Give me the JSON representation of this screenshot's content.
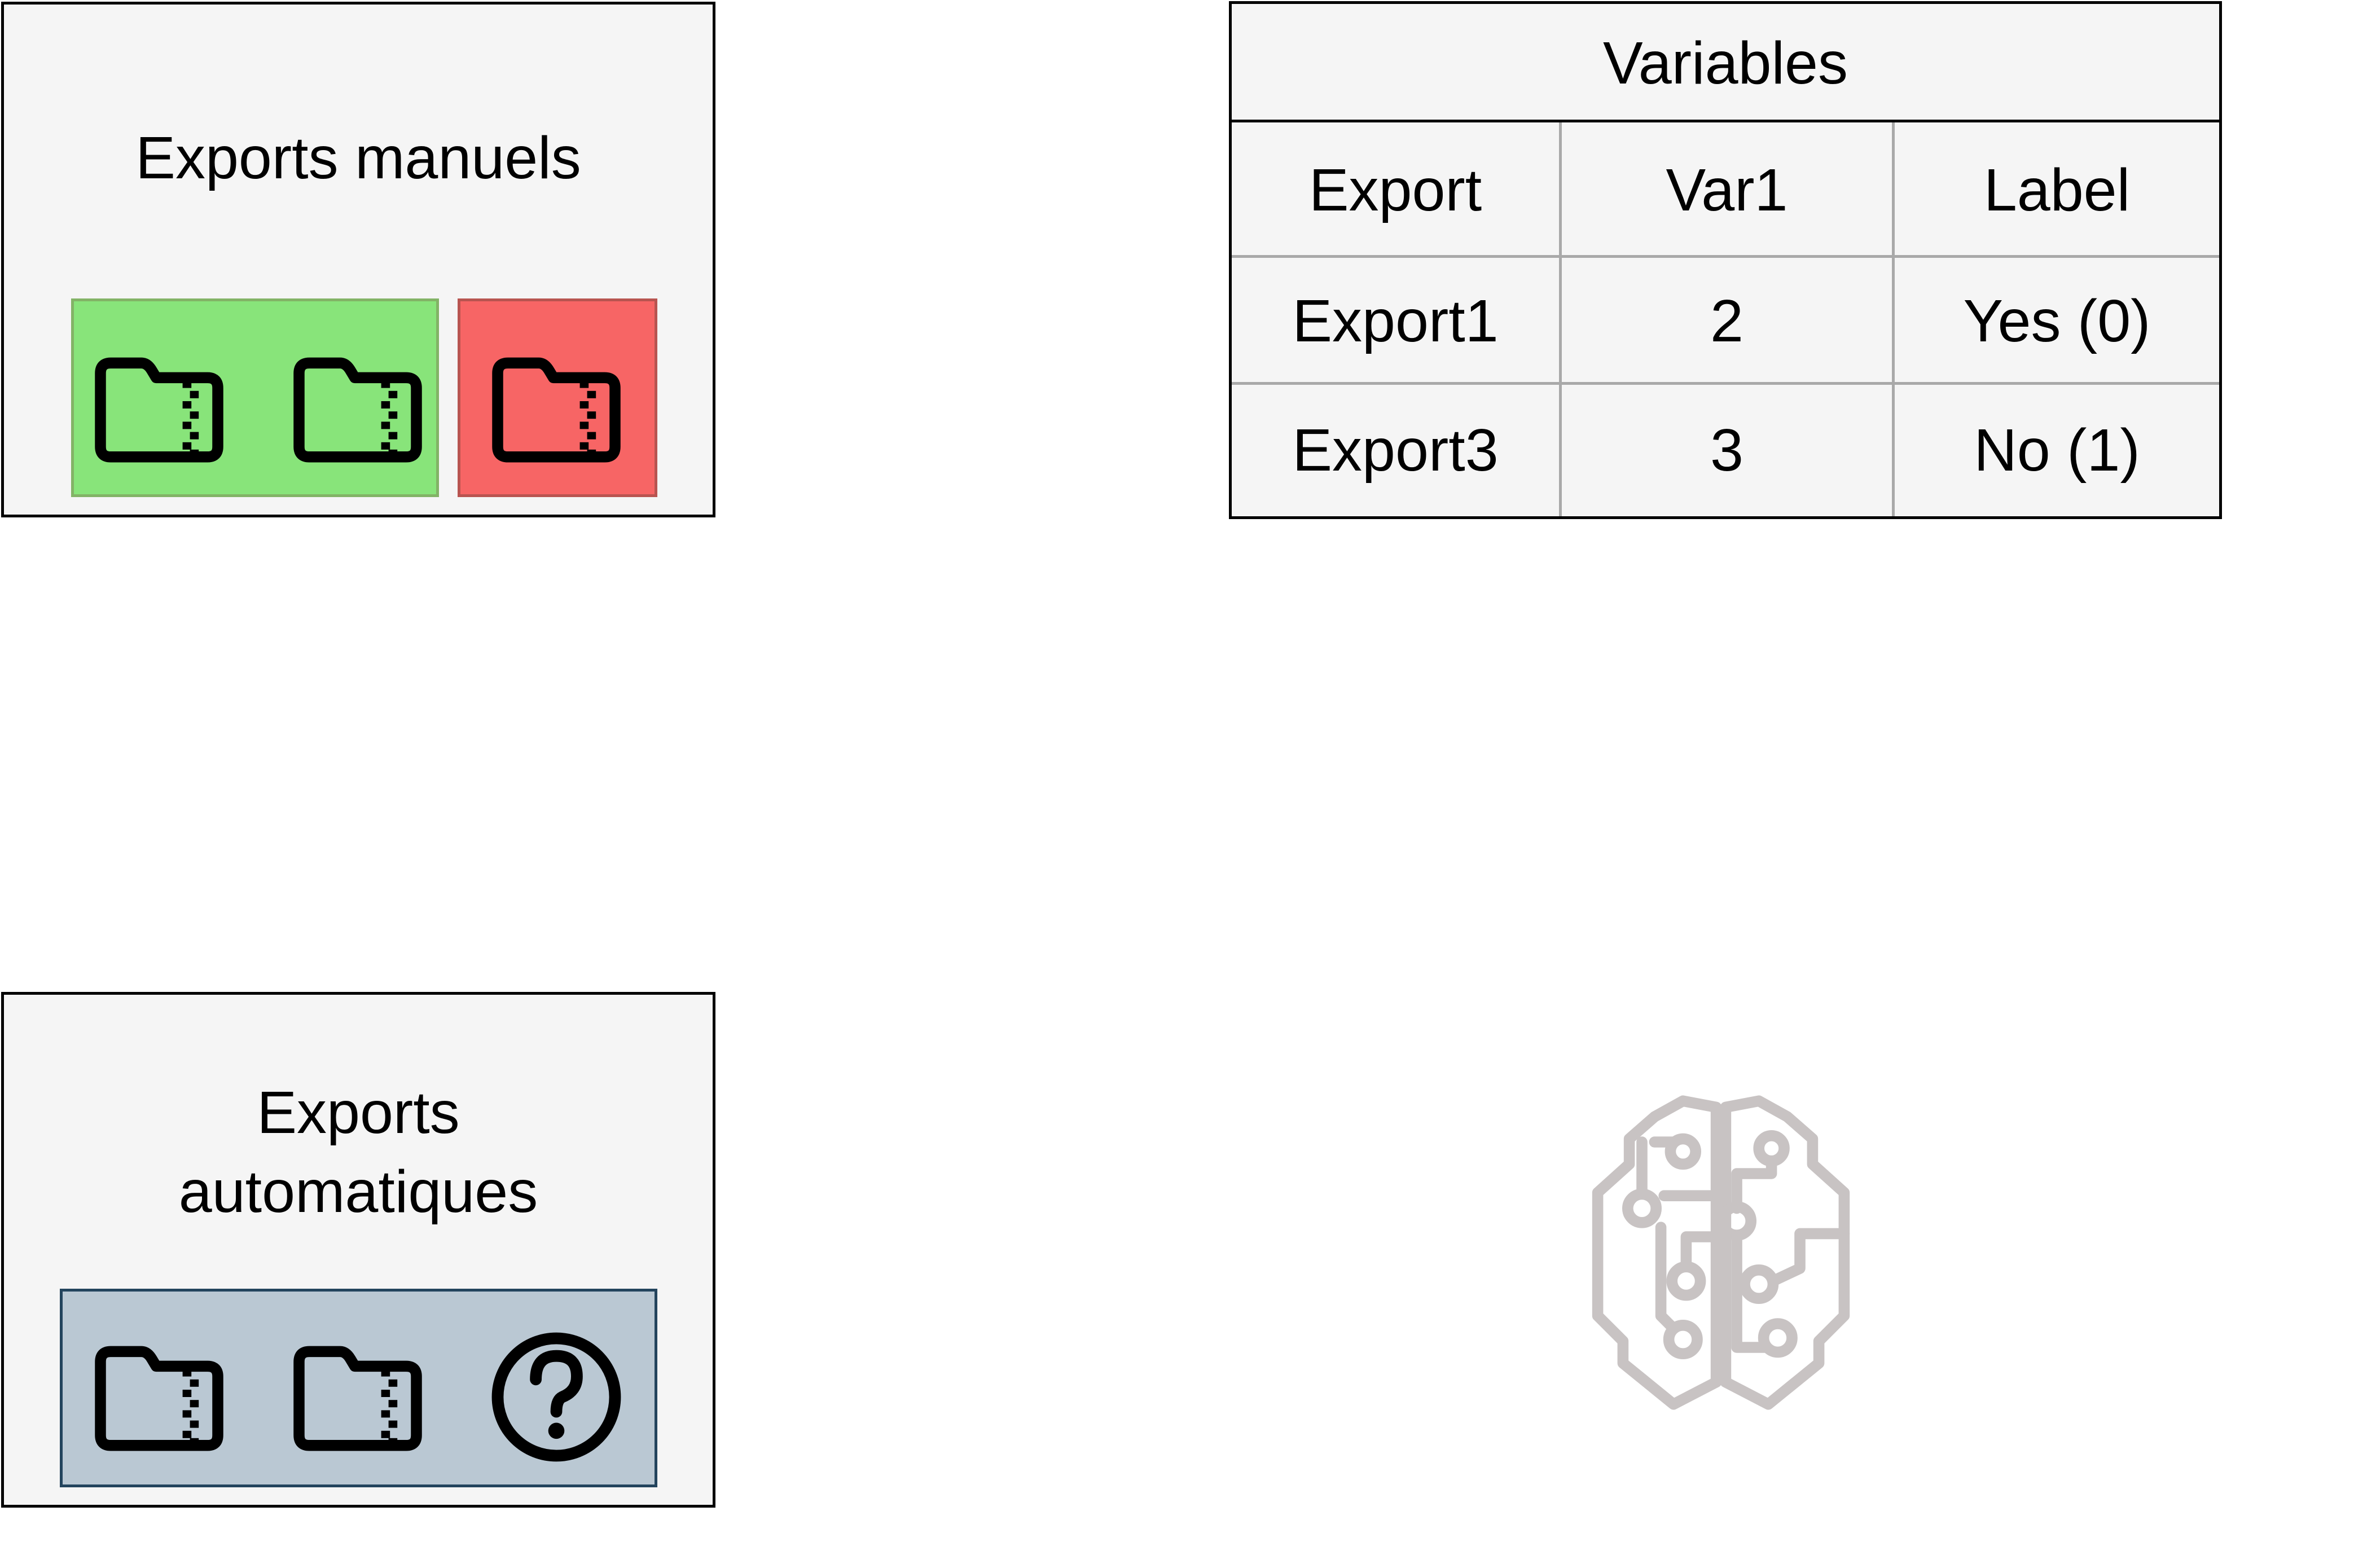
{
  "manual_panel": {
    "title": "Exports manuels",
    "files_ok_icon": "zip-folder-icon",
    "files_error_icon": "zip-folder-icon",
    "ok_color": "#88e47a",
    "error_color": "#f76565"
  },
  "auto_panel": {
    "title_line1": "Exports",
    "title_line2": "automatiques",
    "file_icon": "zip-folder-icon",
    "unknown_icon": "question-circle-icon",
    "color": "#bac8d3"
  },
  "variables_table": {
    "caption": "Variables",
    "headers": [
      "Export",
      "Var1",
      "Label"
    ],
    "rows": [
      [
        "Export1",
        "2",
        "Yes (0)"
      ],
      [
        "Export3",
        "3",
        "No (1)"
      ]
    ]
  },
  "model_icon": {
    "icon": "brain-circuit-icon",
    "color": "#c8c3c3"
  }
}
